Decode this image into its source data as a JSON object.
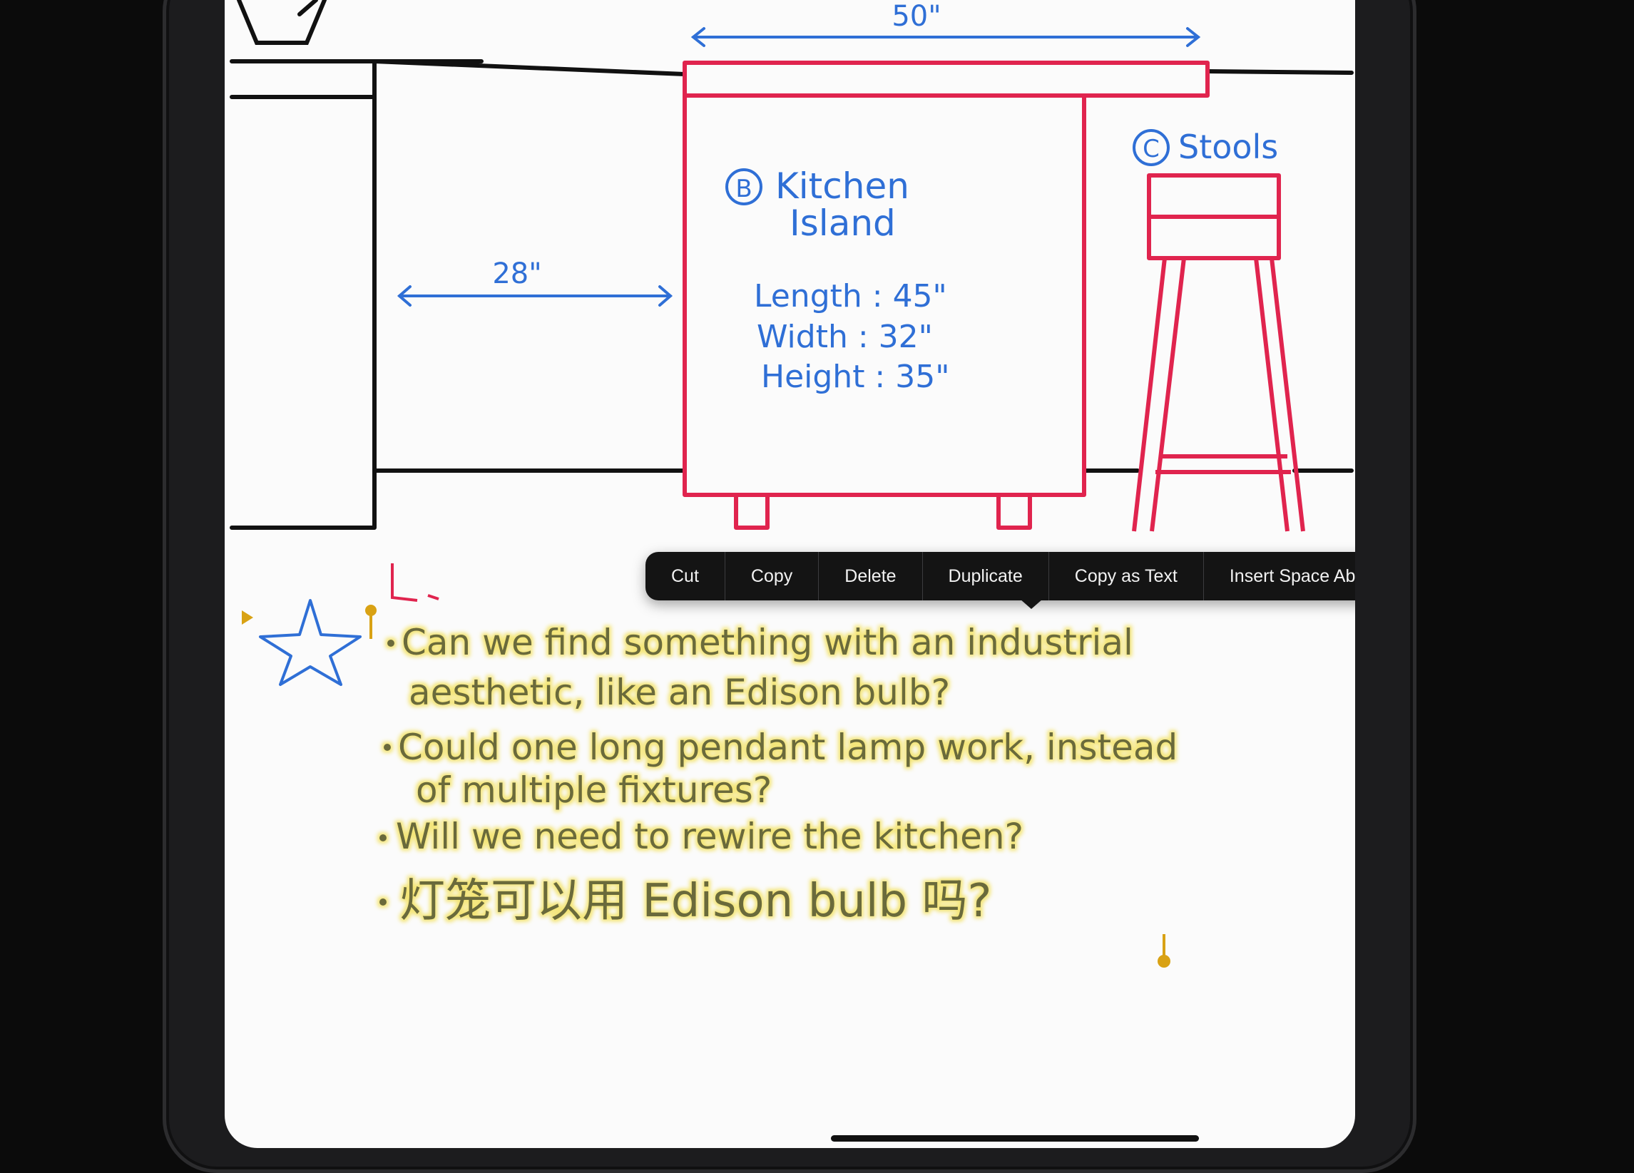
{
  "sketch": {
    "dim_top": "50\"",
    "dim_left": "28\"",
    "island_marker": "B",
    "island_title_1": "Kitchen",
    "island_title_2": "Island",
    "island_length": "Length : 45\"",
    "island_width": "Width : 32\"",
    "island_height": "Height : 35\"",
    "stools_marker": "C",
    "stools_title": "Stools"
  },
  "context_menu": {
    "items": [
      "Cut",
      "Copy",
      "Delete",
      "Duplicate",
      "Copy as Text",
      "Insert Space Above"
    ]
  },
  "notes": {
    "bullet_1_line_1": "Can we find something with an industrial",
    "bullet_1_line_2": "aesthetic, like an Edison bulb?",
    "bullet_2_line_1": "Could one long pendant lamp work, instead",
    "bullet_2_line_2": "of multiple fixtures?",
    "bullet_3": "Will we need to rewire the kitchen?",
    "bullet_4": "灯笼可以用 Edison bulb 吗?"
  },
  "colors": {
    "ink_black": "#111111",
    "ink_red": "#e0244e",
    "ink_blue": "#2f6fd6",
    "selected_text": "#6b6a3a",
    "selection_glow": "#f3e36a",
    "handle": "#d9a214",
    "menu_bg": "#141414"
  }
}
